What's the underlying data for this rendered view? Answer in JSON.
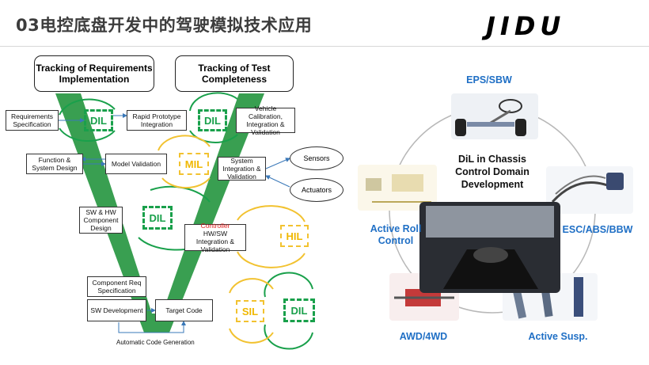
{
  "header": {
    "title": "03电控底盘开发中的驾驶模拟技术应用",
    "logo": "JIDU"
  },
  "vmodel": {
    "header_left": "Tracking of Requirements Implementation",
    "header_right": "Tracking of Test Completeness",
    "boxes": {
      "requirements_spec": "Requirements Specification",
      "rapid_prototype": "Rapid Prototype Integration",
      "function_design": "Function & System Design",
      "model_validation": "Model Validation",
      "sw_hw_design": "SW & HW Component Design",
      "component_req": "Component Req Specification",
      "sw_development": "SW Development",
      "target_code": "Target Code",
      "vehicle_calibration": "Vehicle Calibration, Integration & Validation",
      "system_integration": "System Integration & Validation",
      "hw_sw_integration_prefix": "Controller",
      "hw_sw_integration": "HW/SW Integration & Validation"
    },
    "ovals": {
      "sensors": "Sensors",
      "actuators": "Actuators"
    },
    "badges": {
      "dil": "DIL",
      "mil": "MIL",
      "hil": "HIL",
      "sil": "SIL"
    },
    "auto_code": "Automatic Code Generation"
  },
  "chassis": {
    "center_title": "DiL in Chassis Control Domain Development",
    "labels": {
      "eps": "EPS/SBW",
      "esc": "ESC/ABS/BBW",
      "active_susp": "Active Susp.",
      "awd": "AWD/4WD",
      "roll": "Active Roll Control"
    }
  },
  "colors": {
    "green": "#19a04b",
    "yellow": "#f2c230",
    "blue": "#1f6fc5",
    "vshape": "#2e9a48"
  }
}
